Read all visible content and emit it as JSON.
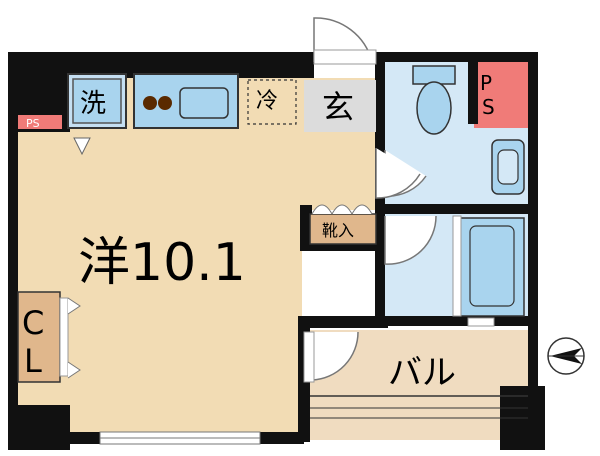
{
  "rooms": {
    "western": "洋10.1",
    "balcony": "バル",
    "entrance": "玄",
    "closet_c": "C",
    "closet_l": "L",
    "shoe_storage": "靴入",
    "washer": "洗",
    "fridge": "冷",
    "ps_left": "PS",
    "ps_right_p": "P",
    "ps_right_s": "S"
  },
  "colors": {
    "wall": "#111111",
    "floor": "#f2dcb4",
    "wet_area": "#d4e8f6",
    "fixture": "#a9d4ee",
    "closet": "#e0b78c",
    "balcony": "#f0dcc0",
    "ps": "#f07b78",
    "entrance_floor": "#dcdcdc",
    "washer_box": "#c5dff2"
  }
}
